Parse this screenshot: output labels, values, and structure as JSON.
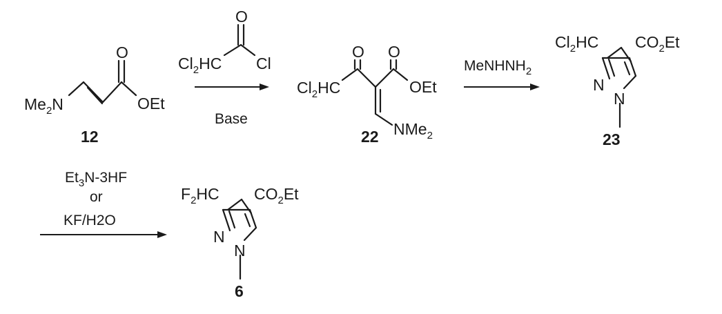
{
  "compounds": {
    "c12": {
      "label": "12",
      "amine": "Me",
      "amine_sub": "2",
      "amine_n": "N",
      "carbonyl_o": "O",
      "ester": "OEt"
    },
    "acyl": {
      "cl2hc_a": "Cl",
      "cl2hc_sub": "2",
      "cl2hc_b": "HC",
      "carbonyl_o": "O",
      "cl": "Cl"
    },
    "c22": {
      "label": "22",
      "cl2hc_a": "Cl",
      "cl2hc_sub": "2",
      "cl2hc_b": "HC",
      "ketone_o": "O",
      "ester_o": "O",
      "ester": "OEt",
      "nme_a": "NMe",
      "nme_sub": "2"
    },
    "c23": {
      "label": "23",
      "cl2hc_a": "Cl",
      "cl2hc_sub": "2",
      "cl2hc_b": "HC",
      "co2et_a": "CO",
      "co2et_sub": "2",
      "co2et_b": "Et",
      "n1": "N",
      "n2": "N"
    },
    "c6": {
      "label": "6",
      "f2hc_a": "F",
      "f2hc_sub": "2",
      "f2hc_b": "HC",
      "co2et_a": "CO",
      "co2et_sub": "2",
      "co2et_b": "Et",
      "n1": "N",
      "n2": "N"
    }
  },
  "reactions": {
    "step1": {
      "below": "Base"
    },
    "step2": {
      "reagent_a": "MeNHNH",
      "reagent_sub": "2"
    },
    "step3": {
      "line1_a": "Et",
      "line1_sub": "3",
      "line1_b": "N-3HF",
      "line2": "or",
      "line3": "KF/H2O"
    }
  }
}
